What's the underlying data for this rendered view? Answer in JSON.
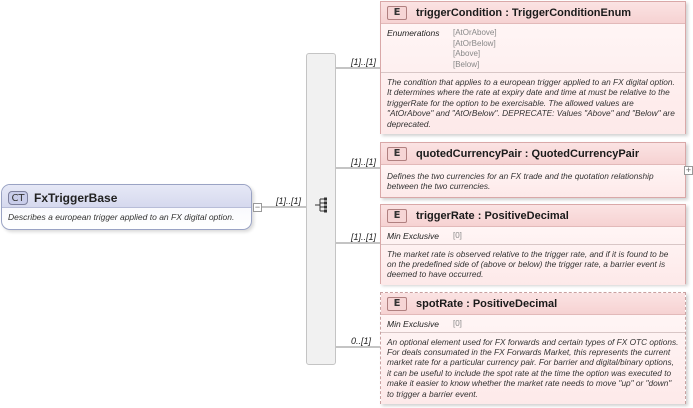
{
  "complex_type": {
    "badge": "CT",
    "name": "FxTriggerBase",
    "description": "Describes a european trigger applied to an FX digital option.",
    "multiplicity": "[1]..[1]"
  },
  "elements": [
    {
      "badge": "E",
      "title": "triggerCondition : TriggerConditionEnum",
      "multiplicity": "[1]..[1]",
      "facet_label": "Enumerations",
      "facet_values": [
        "[AtOrAbove]",
        "[AtOrBelow]",
        "[Above]",
        "[Below]"
      ],
      "description": "The condition that applies to a european trigger applied to an FX digital option. It determines where the rate at expiry date and time at must be relative to the triggerRate for the option to be exercisable. The allowed values are \"AtOrAbove\" and \"AtOrBelow\". DEPRECATE: Values \"Above\" and \"Below\" are deprecated."
    },
    {
      "badge": "E",
      "title": "quotedCurrencyPair : QuotedCurrencyPair",
      "multiplicity": "[1]..[1]",
      "description": "Defines the two currencies for an FX trade and the quotation relationship between the two currencies."
    },
    {
      "badge": "E",
      "title": "triggerRate : PositiveDecimal",
      "multiplicity": "[1]..[1]",
      "facet_label": "Min Exclusive",
      "facet_values": [
        "[0]"
      ],
      "description": "The market rate is observed relative to the trigger rate, and if it is found to be on the predefined side of (above or below) the trigger rate, a barrier event is deemed to have occurred."
    },
    {
      "badge": "E",
      "title": "spotRate : PositiveDecimal",
      "multiplicity": "0..[1]",
      "facet_label": "Min Exclusive",
      "facet_values": [
        "[0]"
      ],
      "description": "An optional element used for FX forwards and certain types of FX OTC options. For deals consumated in the FX Forwards Market, this represents the current market rate for a particular currency pair. For barrier and digital/binary options, it can be useful to include the spot rate at the time the option was executed to make it easier to know whether the market rate needs to move \"up\" or \"down\" to trigger a barrier event."
    }
  ],
  "colors": {
    "element_header": "#f6d2d2",
    "complex_type_header": "#d6d9ee",
    "connector": "#8a8a8a"
  }
}
